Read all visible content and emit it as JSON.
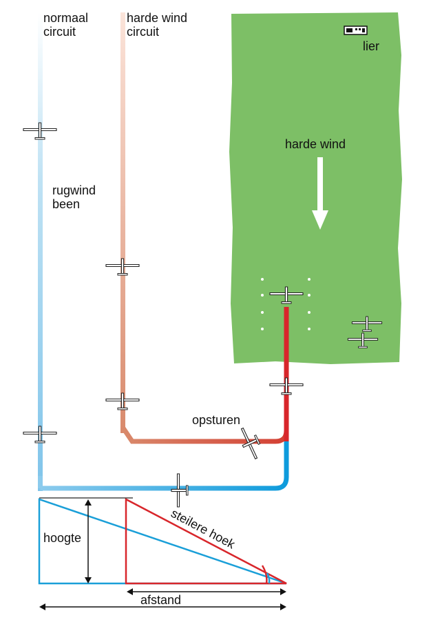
{
  "labels": {
    "normal_circuit": "normaal\ncircuit",
    "strong_wind_circuit": "harde wind\ncircuit",
    "winch": "lier",
    "wind": "harde wind",
    "downwind_leg": "rugwind\nbeen",
    "steer_in": "opsturen",
    "height": "hoogte",
    "steeper_angle": "steilere hoek",
    "distance": "afstand"
  },
  "colors": {
    "field": "#7dbf66",
    "normal_circuit": "#1ea3dc",
    "strong_wind_circuit": "#d9886b",
    "final_approach": "#d8262b",
    "triangle_normal": "#1a9fd8",
    "triangle_steep": "#d8262b"
  },
  "icons": [
    "glider-icon",
    "winch-icon",
    "wind-arrow-icon",
    "field-marker-icon"
  ]
}
